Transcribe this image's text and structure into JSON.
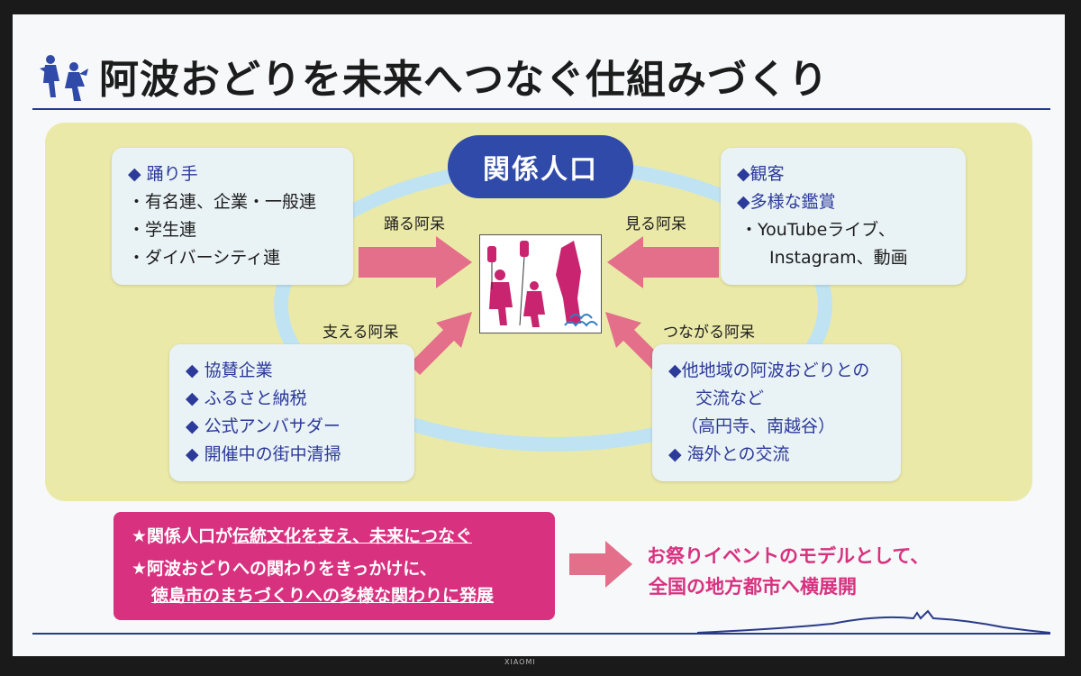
{
  "title": "阿波おどりを未来へつなぐ仕組みづくり",
  "center": {
    "label": "関係人口"
  },
  "boxes": {
    "top_left": {
      "header": "◆ 踊り手",
      "items": [
        "・有名連、企業・一般連",
        "・学生連",
        "・ダイバーシティ連"
      ]
    },
    "top_right": {
      "items": [
        "◆観客",
        "◆多様な鑑賞"
      ],
      "sub": [
        "・YouTubeライブ、",
        "Instagram、動画"
      ]
    },
    "bottom_left": {
      "items": [
        "◆ 協賛企業",
        "◆ ふるさと納税",
        "◆ 公式アンバサダー",
        "◆ 開催中の街中清掃"
      ]
    },
    "bottom_right": {
      "items": [
        "◆他地域の阿波おどりとの",
        "交流など",
        "（高円寺、南越谷）",
        "◆ 海外との交流"
      ]
    }
  },
  "arrows": {
    "top_left": "踊る阿呆",
    "top_right": "見る阿呆",
    "bottom_left": "支える阿呆",
    "bottom_right": "つながる阿呆"
  },
  "bottom": {
    "line1_prefix": "★関係人口が",
    "line1_underlined": "伝統文化を支え、未来につなぐ",
    "line2": "★阿波おどりへの関わりをきっかけに、",
    "line3_underlined": "徳島市のまちづくりへの多様な関わりに発展",
    "outcome_line1": "お祭りイベントのモデルとして、",
    "outcome_line2": "全国の地方都市へ横展開"
  },
  "brand": "XIAOMI",
  "colors": {
    "navy": "#2f4aa8",
    "magenta": "#d8317f",
    "arrow_pink": "#e36f8a",
    "yellow_bg": "#ebe9a8",
    "ring_blue": "#bfe3f2"
  }
}
